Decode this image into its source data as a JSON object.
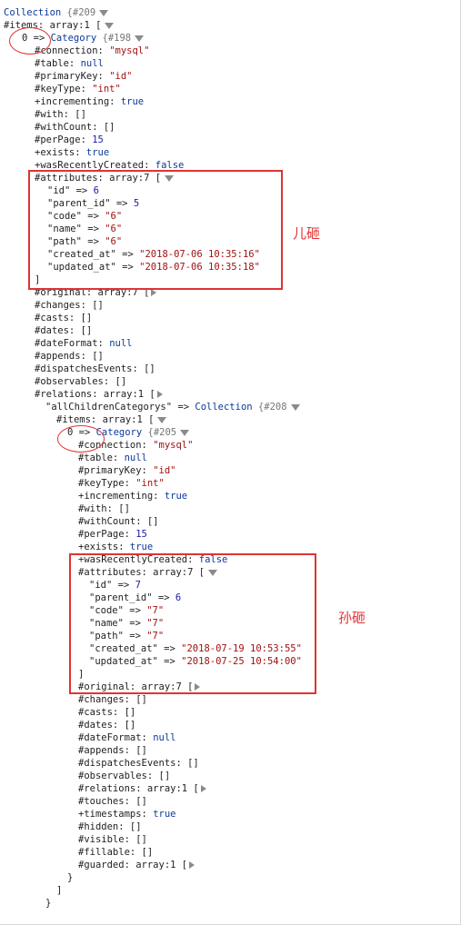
{
  "dump": {
    "root": {
      "type": "Collection",
      "id": "{#209"
    },
    "items_label": "#items: array:1 [",
    "item0_index": "0 =>",
    "item0_type": "Category",
    "item0_id": "{#198",
    "props1": [
      {
        "k": "#connection:",
        "v": "\"mysql\""
      },
      {
        "k": "#table:",
        "v": "null"
      },
      {
        "k": "#primaryKey:",
        "v": "\"id\""
      },
      {
        "k": "#keyType:",
        "v": "\"int\""
      },
      {
        "k": "+incrementing:",
        "v": "true"
      },
      {
        "k": "#with:",
        "v": "[]"
      },
      {
        "k": "#withCount:",
        "v": "[]"
      },
      {
        "k": "#perPage:",
        "v": "15"
      },
      {
        "k": "+exists:",
        "v": "true"
      },
      {
        "k": "+wasRecentlyCreated:",
        "v": "false"
      }
    ],
    "attributes1_label": "#attributes: array:7 [",
    "attributes1": [
      {
        "k": "\"id\" =>",
        "v": "6"
      },
      {
        "k": "\"parent_id\" =>",
        "v": "5"
      },
      {
        "k": "\"code\" =>",
        "v": "\"6\""
      },
      {
        "k": "\"name\" =>",
        "v": "\"6\""
      },
      {
        "k": "\"path\" =>",
        "v": "\"6\""
      },
      {
        "k": "\"created_at\" =>",
        "v": "\"2018-07-06 10:35:16\""
      },
      {
        "k": "\"updated_at\" =>",
        "v": "\"2018-07-06 10:35:18\""
      }
    ],
    "bracket_close": "]",
    "props2": [
      {
        "k": "#original:",
        "v": "array:7 ["
      },
      {
        "k": "#changes:",
        "v": "[]"
      },
      {
        "k": "#casts:",
        "v": "[]"
      },
      {
        "k": "#dates:",
        "v": "[]"
      },
      {
        "k": "#dateFormat:",
        "v": "null"
      },
      {
        "k": "#appends:",
        "v": "[]"
      },
      {
        "k": "#dispatchesEvents:",
        "v": "[]"
      },
      {
        "k": "#observables:",
        "v": "[]"
      },
      {
        "k": "#relations:",
        "v": "array:1 ["
      }
    ],
    "relation_key": "\"allChildrenCategorys\" =>",
    "relation_type": "Collection",
    "relation_id": "{#208",
    "items2_label": "#items: array:1 [",
    "item2_index": "0 =>",
    "item2_type": "Category",
    "item2_id": "{#205",
    "props3": [
      {
        "k": "#connection:",
        "v": "\"mysql\""
      },
      {
        "k": "#table:",
        "v": "null"
      },
      {
        "k": "#primaryKey:",
        "v": "\"id\""
      },
      {
        "k": "#keyType:",
        "v": "\"int\""
      },
      {
        "k": "+incrementing:",
        "v": "true"
      },
      {
        "k": "#with:",
        "v": "[]"
      },
      {
        "k": "#withCount:",
        "v": "[]"
      },
      {
        "k": "#perPage:",
        "v": "15"
      },
      {
        "k": "+exists:",
        "v": "true"
      },
      {
        "k": "+wasRecentlyCreated:",
        "v": "false"
      }
    ],
    "attributes2_label": "#attributes: array:7 [",
    "attributes2": [
      {
        "k": "\"id\" =>",
        "v": "7"
      },
      {
        "k": "\"parent_id\" =>",
        "v": "6"
      },
      {
        "k": "\"code\" =>",
        "v": "\"7\""
      },
      {
        "k": "\"name\" =>",
        "v": "\"7\""
      },
      {
        "k": "\"path\" =>",
        "v": "\"7\""
      },
      {
        "k": "\"created_at\" =>",
        "v": "\"2018-07-19 10:53:55\""
      },
      {
        "k": "\"updated_at\" =>",
        "v": "\"2018-07-25 10:54:00\""
      }
    ],
    "props4": [
      {
        "k": "#original:",
        "v": "array:7 ["
      },
      {
        "k": "#changes:",
        "v": "[]"
      },
      {
        "k": "#casts:",
        "v": "[]"
      },
      {
        "k": "#dates:",
        "v": "[]"
      },
      {
        "k": "#dateFormat:",
        "v": "null"
      },
      {
        "k": "#appends:",
        "v": "[]"
      },
      {
        "k": "#dispatchesEvents:",
        "v": "[]"
      },
      {
        "k": "#observables:",
        "v": "[]"
      },
      {
        "k": "#relations:",
        "v": "array:1 ["
      },
      {
        "k": "#touches:",
        "v": "[]"
      },
      {
        "k": "+timestamps:",
        "v": "true"
      },
      {
        "k": "#hidden:",
        "v": "[]"
      },
      {
        "k": "#visible:",
        "v": "[]"
      },
      {
        "k": "#fillable:",
        "v": "[]"
      },
      {
        "k": "#guarded:",
        "v": "array:1 ["
      }
    ],
    "close_brace": "}"
  },
  "annotations": {
    "child_label": "儿砸",
    "grandchild_label": "孙砸",
    "color": "#e03333"
  },
  "icons": {
    "expanded": "triangle-down",
    "collapsed": "triangle-right"
  }
}
